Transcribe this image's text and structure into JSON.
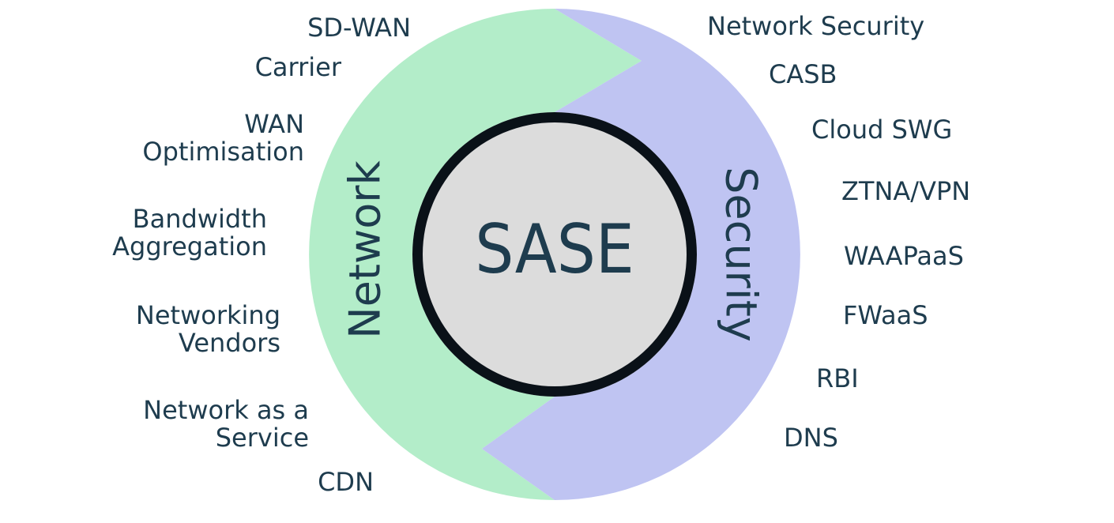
{
  "center": {
    "label": "SASE"
  },
  "halves": {
    "network": {
      "label": "Network",
      "items": [
        "SD-WAN",
        "Carrier",
        "WAN\nOptimisation",
        "Bandwidth\nAggregation",
        "Networking\nVendors",
        "Network as a\nService",
        "CDN"
      ]
    },
    "security": {
      "label": "Security",
      "items": [
        "Network Security",
        "CASB",
        "Cloud SWG",
        "ZTNA/VPN",
        "WAAPaaS",
        "FWaaS",
        "RBI",
        "DNS"
      ]
    }
  },
  "colors": {
    "network_half": "#b3edc9",
    "security_half": "#bfc4f2",
    "center_ring": "#0a1118",
    "center_circle": "#dcdcdc",
    "text": "#1e3c4e",
    "background": "#ffffff"
  }
}
